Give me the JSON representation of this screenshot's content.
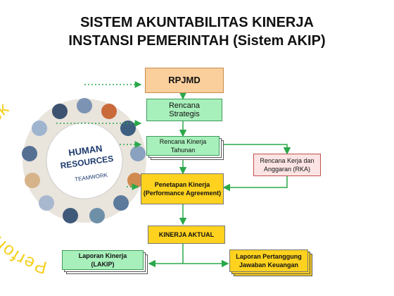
{
  "title": {
    "line1": "SISTEM AKUNTABILITAS KINERJA",
    "line2": "INSTANSI PEMERINTAH (Sistem AKIP)"
  },
  "nodes": {
    "rpjmd": "RPJMD",
    "renstra_1": "Rencana",
    "renstra_2": "Strategis",
    "rkt_1": "Rencana Kinerja",
    "rkt_2": "Tahunan",
    "rka_1": "Rencana Kerja dan",
    "rka_2": "Anggaran (RKA)",
    "pk_1": "Penetapan Kinerja",
    "pk_2": "(Performance Agreement)",
    "aktual": "KINERJA AKTUAL",
    "lakip_1": "Laporan Kinerja",
    "lakip_2": "(LAKIP)",
    "keu_1": "Laporan Pertanggung",
    "keu_2": "Jawaban Keuangan"
  },
  "feedback_label": "Performance Feedback",
  "image_board": {
    "line1": "HUMAN",
    "line2": "RESOURCES",
    "line3": "TEAMWORK"
  },
  "colors": {
    "orange": "#fbcf9c",
    "green": "#a8f0bb",
    "yellow": "#ffd21f",
    "pink": "#fde4e4",
    "arrow_green": "#2aa84a",
    "feedback_text": "#f5d020"
  }
}
